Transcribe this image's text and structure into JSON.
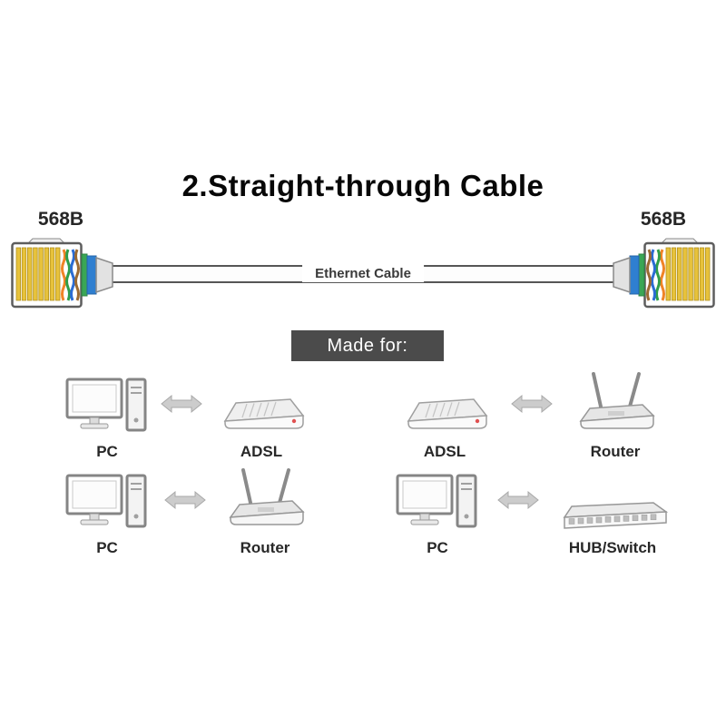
{
  "title": "2.Straight-through Cable",
  "cable": {
    "left_connector_label": "568B",
    "right_connector_label": "568B",
    "label": "Ethernet Cable",
    "wiring_standard": "568B",
    "left_connector_icon": "rj45-connector-icon",
    "right_connector_icon": "rj45-connector-icon"
  },
  "made_for": {
    "heading": "Made for:",
    "pairs": [
      {
        "left_device": "PC",
        "left_icon": "pc-icon",
        "right_device": "ADSL",
        "right_icon": "adsl-modem-icon"
      },
      {
        "left_device": "ADSL",
        "left_icon": "adsl-modem-icon",
        "right_device": "Router",
        "right_icon": "router-icon"
      },
      {
        "left_device": "PC",
        "left_icon": "pc-icon",
        "right_device": "Router",
        "right_icon": "router-icon"
      },
      {
        "left_device": "PC",
        "left_icon": "pc-icon",
        "right_device": "HUB/Switch",
        "right_icon": "hub-switch-icon"
      }
    ],
    "arrow_icon": "bidirectional-arrow-icon"
  },
  "colors": {
    "banner_bg": "#4b4b4b",
    "banner_text": "#ffffff",
    "pin_gold": "#e7c23b",
    "wire_orange": "#f08427",
    "wire_green": "#2f9e4a",
    "wire_blue": "#2b6cd4",
    "wire_brown": "#9b6a32",
    "band_green": "#3aa655",
    "band_blue": "#2f7fd0",
    "outline_gray": "#9a9a9a",
    "led_red": "#e05050"
  }
}
